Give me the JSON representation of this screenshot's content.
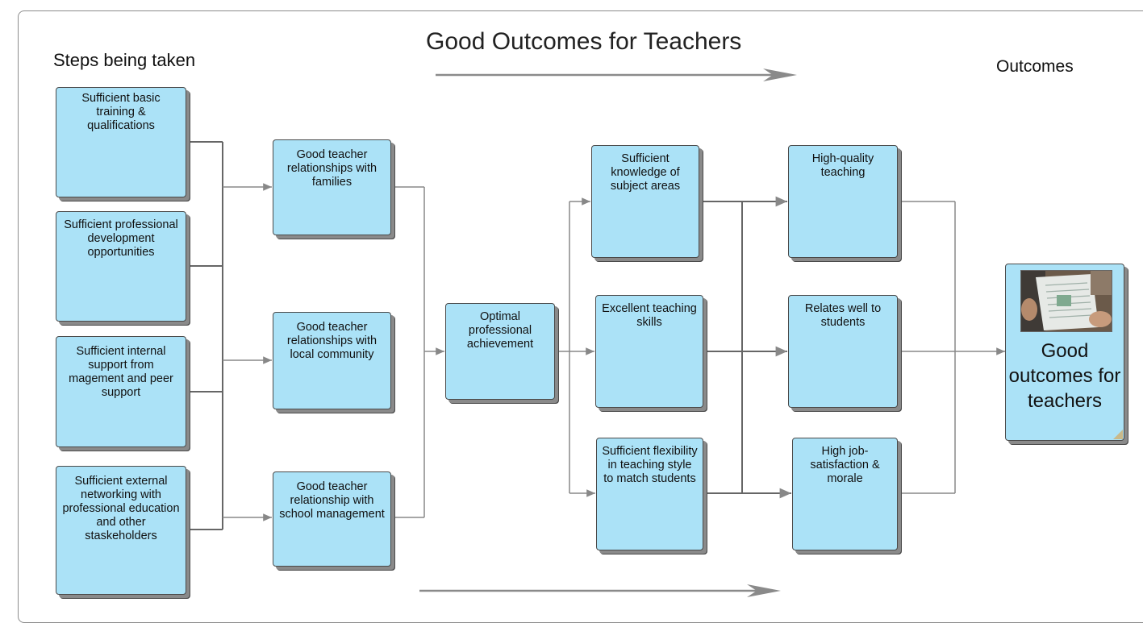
{
  "diagram": {
    "title": "Good Outcomes for Teachers",
    "steps_label": "Steps being taken",
    "outcomes_label": "Outcomes",
    "colors": {
      "box_fill": "#abe2f7",
      "box_border": "#4a4a4a",
      "line": "#666666",
      "arrow": "#999999"
    },
    "steps": [
      "Sufficient basic training & qualifications",
      "Sufficient professional development opportunities",
      "Sufficient internal support from magement and peer support",
      "Sufficient external networking with professional education and other staskeholders"
    ],
    "relationships": [
      "Good teacher relationships with families",
      "Good teacher relationships with local community",
      "Good teacher relationship with school management"
    ],
    "achievement": "Optimal professional achievement",
    "capabilities": [
      "Sufficient knowledge of subject areas",
      "Excellent teaching skills",
      "Sufficient flexibility in teaching style to match students"
    ],
    "results": [
      "High-quality teaching",
      "Relates well to students",
      "High job-satisfaction & morale"
    ],
    "final_outcome": "Good outcomes for teachers",
    "final_icon": "teacher-reading-photo"
  }
}
